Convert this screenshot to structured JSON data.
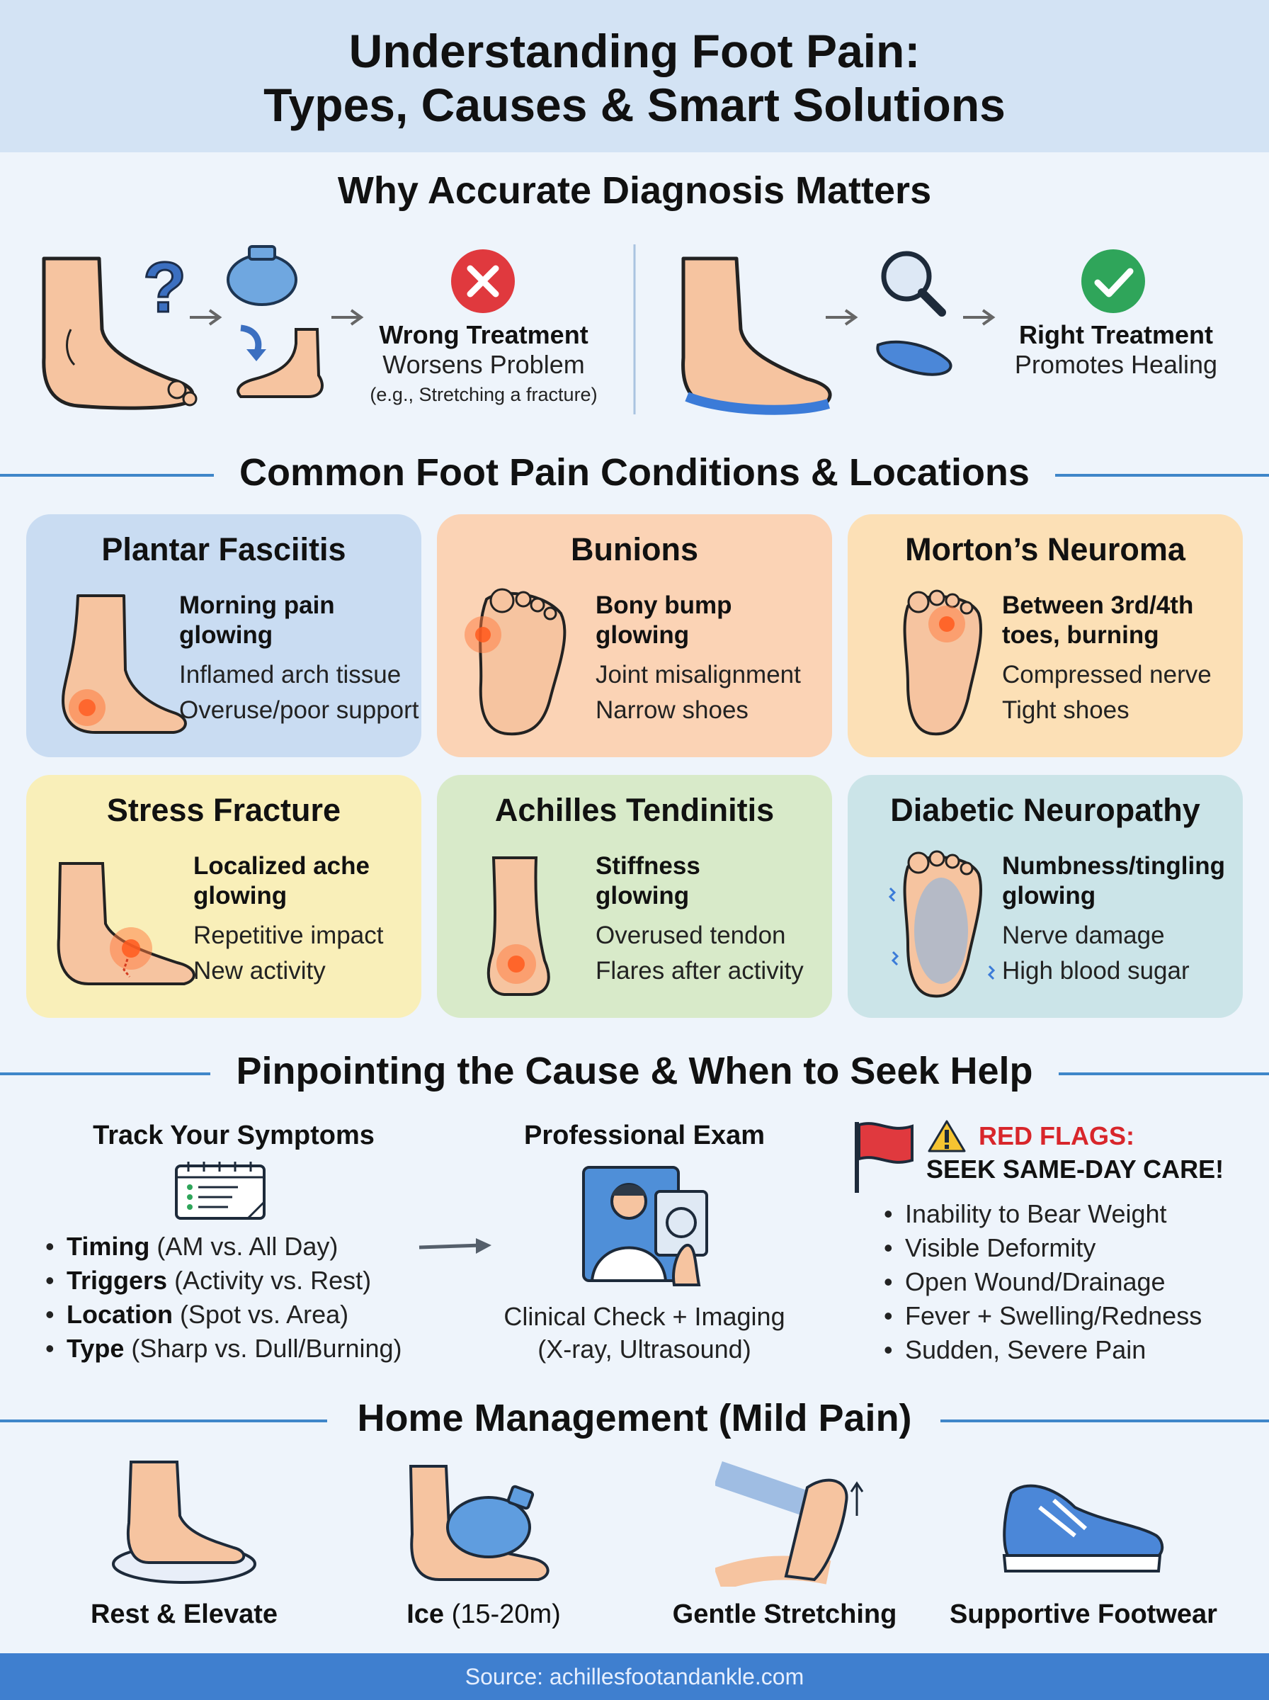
{
  "header": {
    "title_line1": "Understanding Foot Pain:",
    "title_line2": "Types, Causes & Smart Solutions"
  },
  "diagnosis": {
    "title": "Why Accurate Diagnosis Matters",
    "wrong": {
      "title": "Wrong Treatment",
      "subtitle": "Worsens Problem",
      "example": "(e.g., Stretching a fracture)",
      "icon": "x-circle-icon",
      "color": "#e0393e"
    },
    "right": {
      "title": "Right Treatment",
      "subtitle": "Promotes Healing",
      "icon": "check-circle-icon",
      "color": "#2fa55a"
    },
    "question_mark": "?"
  },
  "conditions": {
    "title": "Common Foot Pain Conditions & Locations",
    "cards": [
      {
        "title": "Plantar Fasciitis",
        "key1": "Morning pain",
        "key2": "glowing",
        "detail1": "Inflamed arch tissue",
        "detail2": "Overuse/poor support",
        "bg": "#c9dcf2"
      },
      {
        "title": "Bunions",
        "key1": "Bony bump",
        "key2": "glowing",
        "detail1": "Joint misalignment",
        "detail2": "Narrow shoes",
        "bg": "#fbd3b5"
      },
      {
        "title": "Morton’s Neuroma",
        "key1": "Between 3rd/4th",
        "key2": "toes, burning",
        "detail1": "Compressed nerve",
        "detail2": "Tight shoes",
        "bg": "#fce0b6"
      },
      {
        "title": "Stress Fracture",
        "key1": "Localized ache",
        "key2": "glowing",
        "detail1": "Repetitive impact",
        "detail2": "New activity",
        "bg": "#f9efb9"
      },
      {
        "title": "Achilles Tendinitis",
        "key1": "Stiffness",
        "key2": "glowing",
        "detail1": "Overused tendon",
        "detail2": "Flares after activity",
        "bg": "#d8eac9"
      },
      {
        "title": "Diabetic Neuropathy",
        "key1": "Numbness/tingling",
        "key2": "glowing",
        "detail1": "Nerve damage",
        "detail2": "High blood sugar",
        "bg": "#cbe4e8"
      }
    ]
  },
  "pinpoint": {
    "title": "Pinpointing the Cause & When to Seek Help",
    "track": {
      "title": "Track Your Symptoms",
      "items": [
        {
          "bold": "Timing",
          "rest": " (AM vs. All Day)"
        },
        {
          "bold": "Triggers",
          "rest": " (Activity vs. Rest)"
        },
        {
          "bold": "Location",
          "rest": " (Spot vs. Area)"
        },
        {
          "bold": "Type",
          "rest": " (Sharp vs. Dull/Burning)"
        }
      ]
    },
    "exam": {
      "title": "Professional Exam",
      "line1": "Clinical Check + Imaging",
      "line2": "(X-ray, Ultrasound)"
    },
    "red_flags": {
      "warning_icon": "warning-icon",
      "title": "RED FLAGS:",
      "subtitle": "SEEK SAME-DAY CARE!",
      "color": "#d8262b",
      "items": [
        "Inability to Bear Weight",
        "Visible Deformity",
        "Open Wound/Drainage",
        "Fever + Swelling/Redness",
        "Sudden, Severe Pain"
      ]
    }
  },
  "home": {
    "title": "Home Management (Mild Pain)",
    "items": [
      {
        "bold": "Rest & Elevate",
        "rest": ""
      },
      {
        "bold": "Ice",
        "rest": " (15-20m)"
      },
      {
        "bold": "Gentle Stretching",
        "rest": ""
      },
      {
        "bold": "Supportive Footwear",
        "rest": ""
      }
    ]
  },
  "footer": {
    "source": "Source: achillesfootandankle.com"
  }
}
